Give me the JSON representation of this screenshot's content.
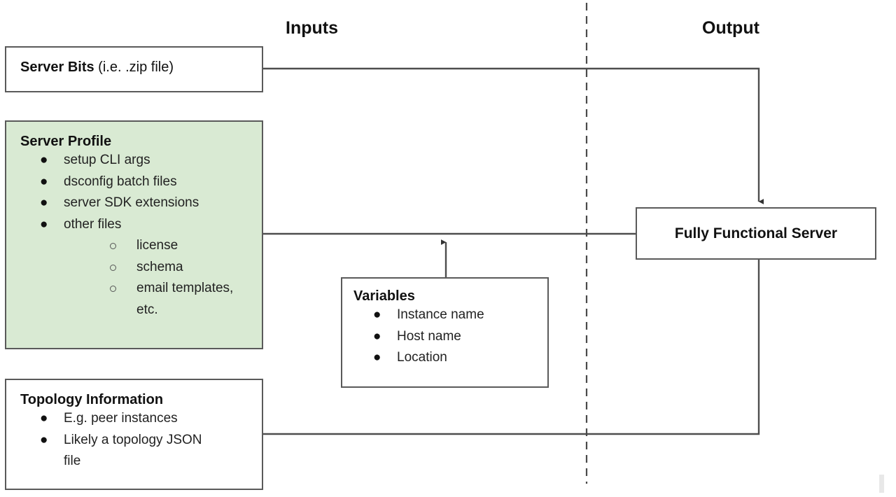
{
  "headers": {
    "inputs": "Inputs",
    "output": "Output"
  },
  "colors": {
    "stroke": "#5a5a5a",
    "profile_fill": "#d9ead3",
    "text": "#1a1a1a"
  },
  "boxes": {
    "server_bits": {
      "title": "Server Bits",
      "subtitle": " (i.e. .zip file)"
    },
    "server_profile": {
      "title": "Server Profile",
      "items": [
        "setup CLI args",
        "dsconfig batch files",
        "server SDK extensions",
        "other files"
      ],
      "subitems": [
        "license",
        "schema",
        "email templates, etc."
      ]
    },
    "variables": {
      "title": "Variables",
      "items": [
        "Instance name",
        "Host name",
        "Location"
      ]
    },
    "topology": {
      "title": "Topology Information",
      "items": [
        "E.g. peer instances",
        "Likely a topology JSON file"
      ]
    },
    "output_server": {
      "title": "Fully Functional Server"
    }
  },
  "bullets": {
    "disc": "●"
  }
}
